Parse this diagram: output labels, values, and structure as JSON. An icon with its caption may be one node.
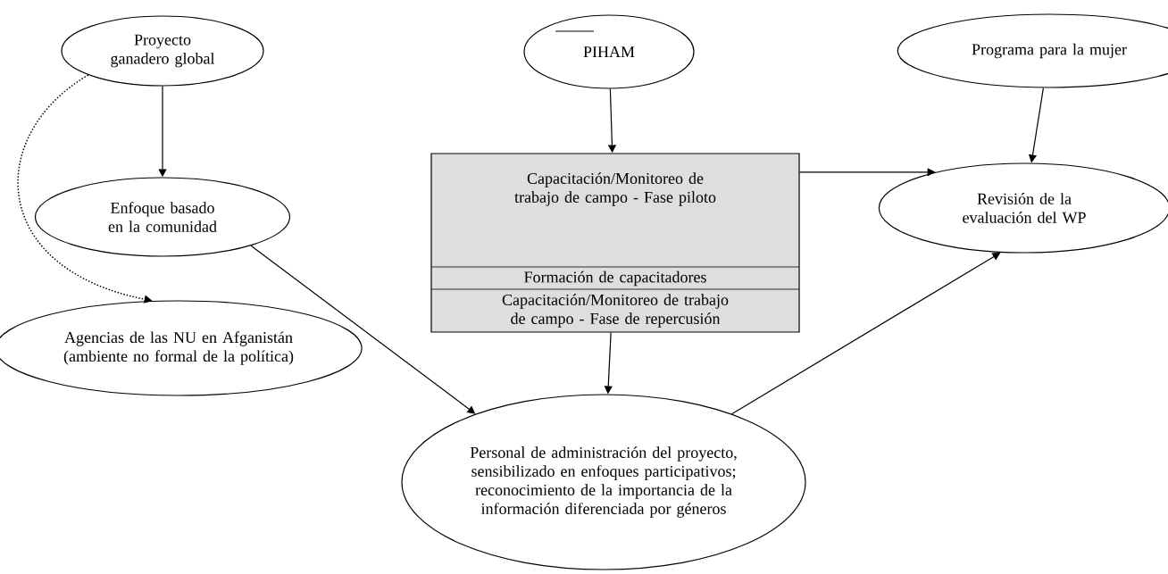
{
  "diagram": {
    "nodes": [
      {
        "text": [
          "Proyecto ganadero global"
        ]
      },
      {
        "text": [
          "Enfoque basado en la comunidad"
        ]
      },
      {
        "text": [
          "Agencias de las NU en Afganistán (ambiente no formal de la política)"
        ]
      },
      {
        "text": [
          "PIHAM"
        ]
      },
      {
        "text": [
          "Capacitación/Monitoreo de trabajo de campo - Fase piloto",
          "Formación de capacitadores",
          "Capacitación/Monitoreo de trabajo de campo - Fase de repercusión"
        ]
      },
      {
        "text": [
          "Programa para la mujer"
        ]
      },
      {
        "text": [
          "Revisión de la evaluación del WP"
        ]
      },
      {
        "text": [
          "Personal de administración del proyecto, sensibilizado en enfoques participativos; reconocimiento de la importancia de la información diferenciada por géneros"
        ]
      }
    ],
    "edges": [
      {
        "from": 0,
        "to": 1,
        "arrow": "to"
      },
      {
        "from": 0,
        "to": 2,
        "arrow": "to",
        "style": "dashed"
      },
      {
        "from": 1,
        "to": 7,
        "arrow": "to"
      },
      {
        "from": 3,
        "to": 4,
        "arrow": "to"
      },
      {
        "from": 4,
        "to": 7,
        "arrow": "to"
      },
      {
        "from": 4,
        "to": 6,
        "arrow": "to"
      },
      {
        "from": 5,
        "to": 6,
        "arrow": "to"
      },
      {
        "from": 7,
        "to": 6,
        "arrow": "to"
      }
    ]
  }
}
